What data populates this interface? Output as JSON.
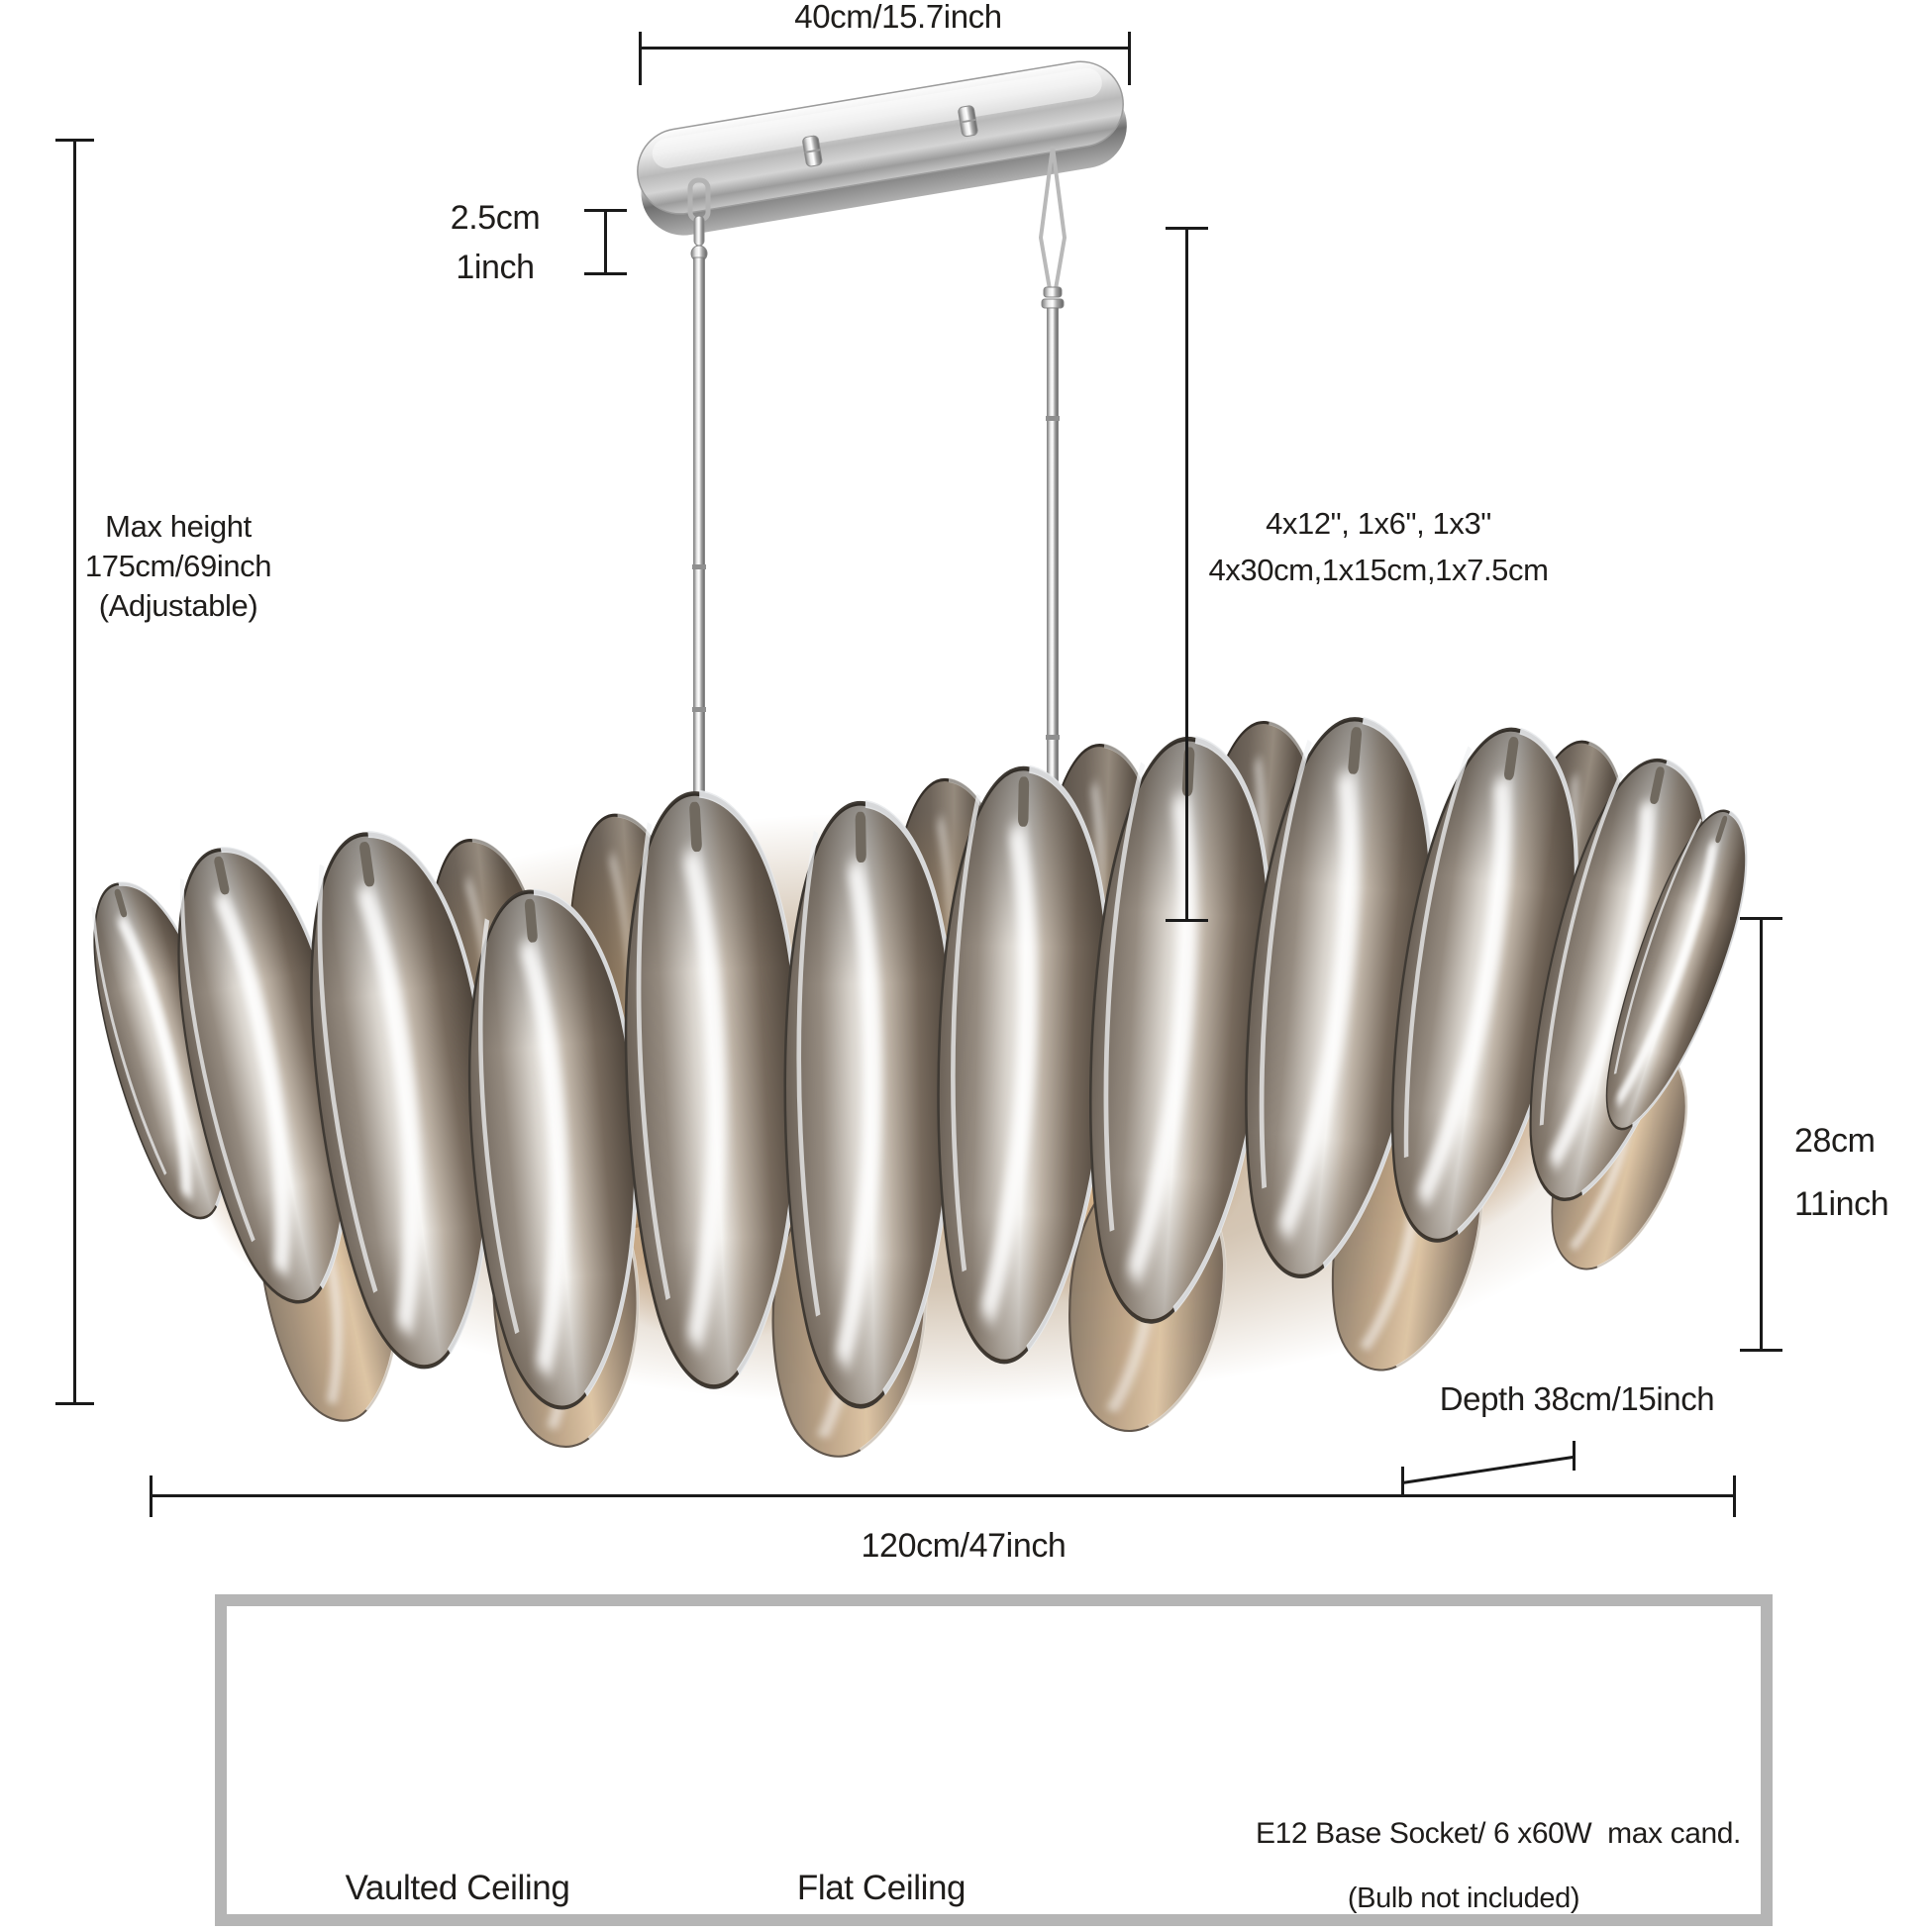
{
  "title": "Linear glass chandelier dimension diagram",
  "dimensions": {
    "canopy_width": "40cm/15.7inch",
    "canopy_thickness_cm": "2.5cm",
    "canopy_thickness_in": "1inch",
    "max_height_line1": "Max height",
    "max_height_line2": "175cm/69inch",
    "max_height_line3": "(Adjustable)",
    "rod_sections_in": "4x12\", 1x6\", 1x3\"",
    "rod_sections_cm": "4x30cm,1x15cm,1x7.5cm",
    "body_height_cm": "28cm",
    "body_height_in": "11inch",
    "depth": "Depth 38cm/15inch",
    "width": "120cm/47inch"
  },
  "info_panel": {
    "vaulted_ceiling_label": "Vaulted Ceiling",
    "flat_ceiling_label": "Flat Ceiling",
    "socket_spec": "E12 Base Socket/ 6 x60W  max cand.",
    "bulb_note": "(Bulb not included)"
  },
  "icons": {
    "vaulted_ceiling": "vaulted-ceiling-mount-icon",
    "flat_ceiling": "flat-ceiling-mount-icon",
    "bulb_left": "filament-candle-bulb-icon",
    "bulb_middle": "tubular-filament-bulb-icon",
    "bulb_right": "rgb-smart-candle-bulb-icon"
  },
  "colors": {
    "annotation": "#1a1a1a",
    "panel_border": "#b5b5b5",
    "chrome_light": "#f2f2f2",
    "chrome_dark": "#8a8a8a",
    "glass_smoke": "#6b6157",
    "glass_highlight": "#ffffff",
    "glow_warm": "#d9b88c",
    "filament_amber": "#e8a93c",
    "rgb_tip_magenta": "#d93fd9"
  }
}
